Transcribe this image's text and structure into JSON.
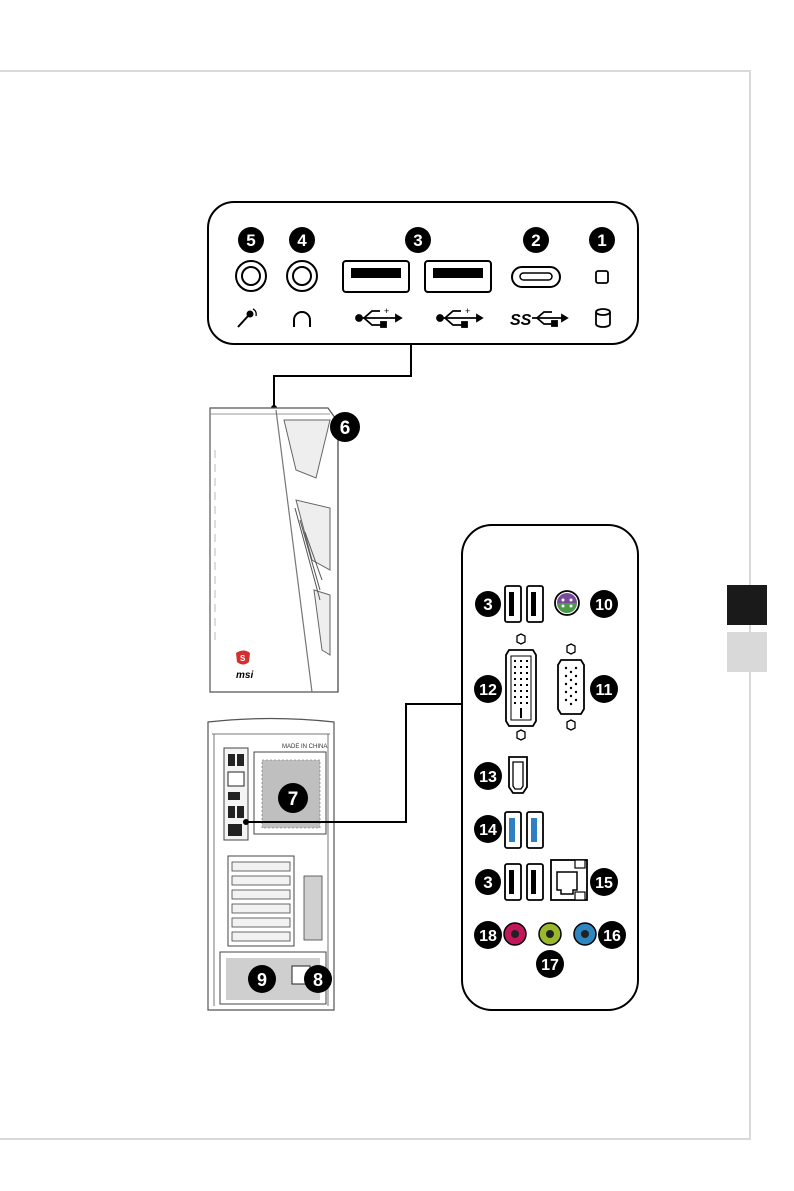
{
  "callouts": {
    "front_1": "1",
    "front_2": "2",
    "front_3": "3",
    "front_4": "4",
    "front_5": "5",
    "top_6": "6",
    "rear_7": "7",
    "rear_8": "8",
    "rear_9": "9",
    "io_3a": "3",
    "io_10": "10",
    "io_12": "12",
    "io_11": "11",
    "io_13": "13",
    "io_14": "14",
    "io_3b": "3",
    "io_15": "15",
    "io_18": "18",
    "io_17": "17",
    "io_16": "16"
  },
  "labels": {
    "front_usb_ss": "SS",
    "brand": "msi",
    "made_in": "MADE IN CHINA"
  },
  "colors": {
    "tab_active": "#1a1a1a",
    "tab_inactive": "#d9d9d9",
    "audio_mic": "#c2185b",
    "audio_line_out": "#9ab82e",
    "audio_line_in": "#2e86c1",
    "usb3": "#2f7fc7",
    "ps2": "#7a4a9a",
    "ps2_green": "#4a9a4a",
    "logo_red": "#d32f2f"
  }
}
